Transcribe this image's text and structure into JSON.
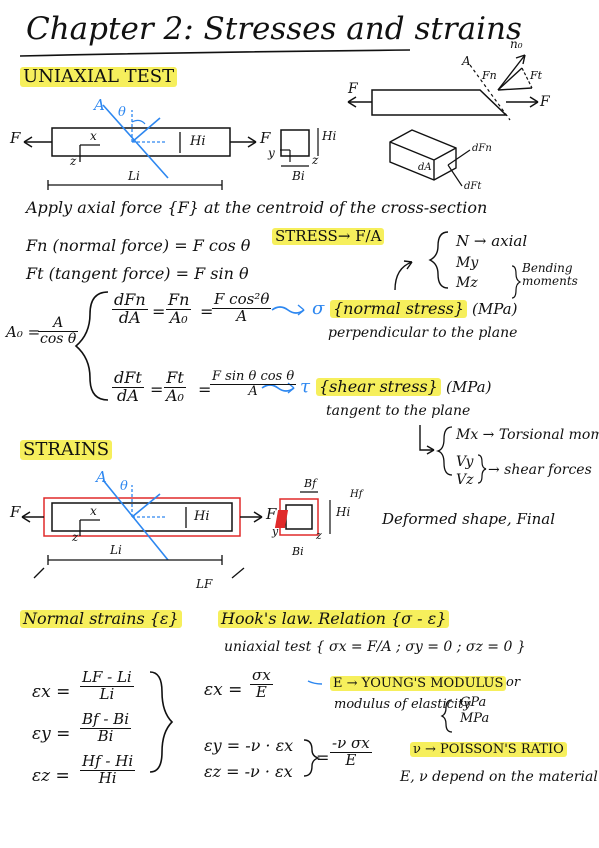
{
  "title": "Chapter 2: Stresses and strains",
  "uniaxial": {
    "heading": "UNIAXIAL TEST",
    "force_F": "F",
    "label_A": "A",
    "label_theta": "θ",
    "label_x": "x",
    "label_z": "z",
    "label_y": "y",
    "label_Hi": "Hi",
    "label_Bi": "Bi",
    "label_Li": "Li",
    "label_n0": "n₀",
    "label_Fn": "Fn",
    "label_Ft": "Ft",
    "label_dA": "dA",
    "label_dFn": "dFn",
    "label_dFt": "dFt",
    "apply_text": "Apply axial force {F} at the centroid of the cross-section",
    "fn_text": "Fn (normal force) = F cos θ",
    "ft_text": "Ft (tangent force) = F sin θ",
    "stress_label": "STRESS→ F/A",
    "n_axial": "N → axial",
    "my": "My",
    "mz": "Mz",
    "bending": "Bending moments",
    "a0_lhs": "A₀ =",
    "a0_num": "A",
    "a0_den": "cos θ",
    "eq1_a_num": "dFn",
    "eq1_a_den": "dA",
    "eq1_b_num": "Fn",
    "eq1_b_den": "A₀",
    "eq1_c_num": "F cos²θ",
    "eq1_c_den": "A",
    "sigma": "σ",
    "normal_stress": "{normal stress}",
    "mpa1": "(MPa)",
    "perp": "perpendicular to the plane",
    "eq2_a_num": "dFt",
    "eq2_a_den": "dA",
    "eq2_b_num": "Ft",
    "eq2_b_den": "A₀",
    "eq2_c_num": "F sin θ cos θ",
    "eq2_c_den": "A",
    "tau": "τ",
    "shear_stress": "{shear stress}",
    "mpa2": "(MPa)",
    "tangent": "tangent to the plane",
    "mx": "Mx → Torsional moment",
    "vy": "Vy",
    "vz": "Vz",
    "shear_forces": "→ shear forces"
  },
  "strains": {
    "heading": "STRAINS",
    "label_Bf": "Bf",
    "label_Hf": "Hf",
    "label_Lf": "LF",
    "deformed": "Deformed shape, Final",
    "normal_strains": "Normal strains {ε}",
    "hooks_law": "Hook's law. Relation {σ - ε}",
    "uniaxial_test": "uniaxial test { σx = F/A ; σy = 0 ; σz = 0 }",
    "ex_lhs": "εx =",
    "ex_num": "LF - Li",
    "ex_den": "Li",
    "ey_lhs": "εy =",
    "ey_num": "Bf - Bi",
    "ey_den": "Bi",
    "ez_lhs": "εz =",
    "ez_num": "Hf - Hi",
    "ez_den": "Hi",
    "hx_lhs": "εx =",
    "hx_num": "σx",
    "hx_den": "E",
    "young": "E → YOUNG'S MODULUS",
    "or": "or",
    "modulus_elast": "modulus of elasticity",
    "gpa": "GPa",
    "mpa": "MPa",
    "ey2": "εy = -ν · εx",
    "ez2": "εz = -ν · εx",
    "nu_num": "-ν σx",
    "nu_den": "E",
    "poisson": "ν → POISSON'S RATIO",
    "depend": "E, ν depend on the material"
  }
}
